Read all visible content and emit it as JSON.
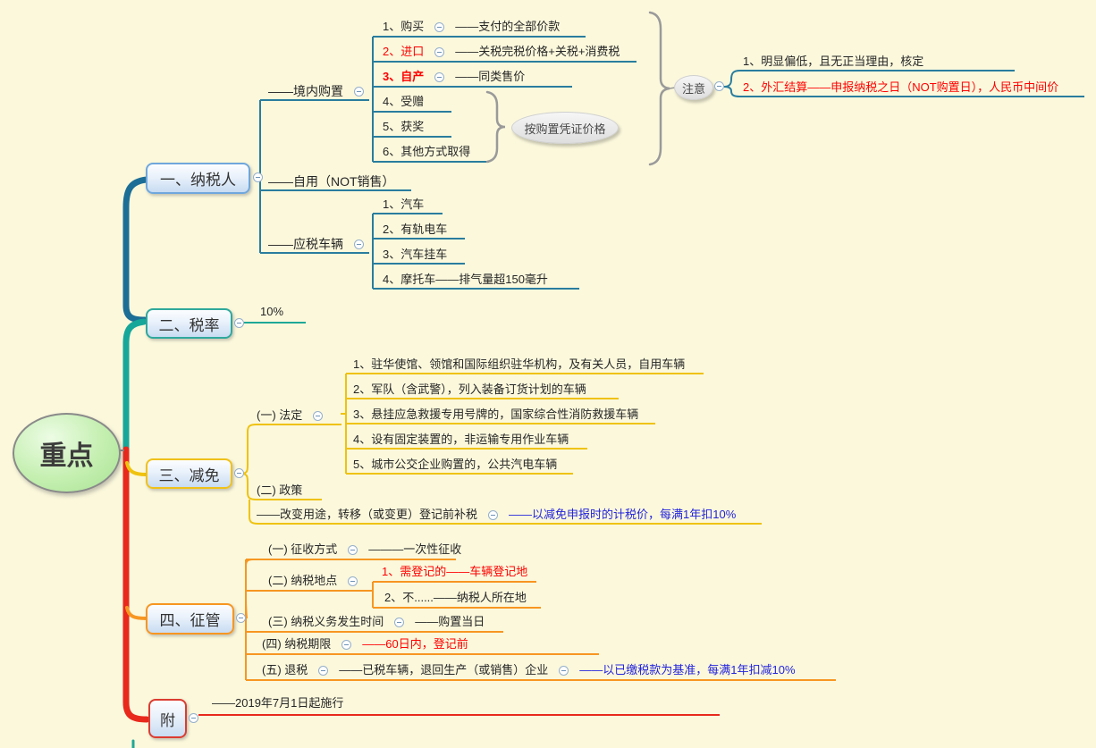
{
  "colors": {
    "background": "#FBF8DC",
    "taxpayer_line": "#2A7D9E",
    "rate_line": "#1FA897",
    "relief_line": "#EFC20E",
    "admin_line": "#F79621",
    "annex_line": "#E8291C",
    "trunk_top": "#1C6E96",
    "red_text": "#FF0000",
    "blue_text": "#2323DC",
    "box_border": "#6FA7DC",
    "root_fill": "#BDEBA8",
    "callout_fill": "#EBEBEB"
  },
  "root": {
    "label": "重点"
  },
  "branches": [
    {
      "label": "一、纳税人",
      "children": [
        {
          "label": "——境内购置",
          "children": [
            {
              "label": "1、购买",
              "note": "——支付的全部价款"
            },
            {
              "label": "2、进口",
              "note": "——关税完税价格+关税+消费税"
            },
            {
              "label": "3、自产",
              "note": "——同类售价"
            },
            {
              "label": "4、受赠"
            },
            {
              "label": "5、获奖"
            },
            {
              "label": "6、其他方式取得"
            }
          ],
          "callout": "按购置凭证价格",
          "attention": {
            "label": "注意",
            "items": [
              "1、明显偏低，且无正当理由，核定",
              "2、外汇结算——申报纳税之日（NOT购置日），人民币中间价"
            ]
          }
        },
        {
          "label": "——自用（NOT销售）"
        },
        {
          "label": "——应税车辆",
          "children": [
            {
              "label": "1、汽车"
            },
            {
              "label": "2、有轨电车"
            },
            {
              "label": "3、汽车挂车"
            },
            {
              "label": "4、摩托车——排气量超150毫升"
            }
          ]
        }
      ]
    },
    {
      "label": "二、税率",
      "value": "10%"
    },
    {
      "label": "三、减免",
      "children": [
        {
          "label": "(一) 法定",
          "children": [
            {
              "label": "1、驻华使馆、领馆和国际组织驻华机构，及有关人员，自用车辆"
            },
            {
              "label": "2、军队（含武警），列入装备订货计划的车辆"
            },
            {
              "label": "3、悬挂应急救援专用号牌的，国家综合性消防救援车辆"
            },
            {
              "label": "4、设有固定装置的，非运输专用作业车辆"
            },
            {
              "label": "5、城市公交企业购置的，公共汽电车辆"
            }
          ]
        },
        {
          "label": "(二) 政策",
          "children": [
            {
              "label": "——改变用途，转移（或变更）登记前补税",
              "note": "——以减免申报时的计税价，每满1年扣10%"
            }
          ]
        }
      ]
    },
    {
      "label": "四、征管",
      "children": [
        {
          "label": "(一) 征收方式",
          "note": "———一次性征收"
        },
        {
          "label": "(二) 纳税地点",
          "children": [
            {
              "label": "1、需登记的——车辆登记地"
            },
            {
              "label": "2、不......——纳税人所在地"
            }
          ]
        },
        {
          "label": "(三) 纳税义务发生时间",
          "note": "——购置当日"
        },
        {
          "label": "(四) 纳税期限",
          "note": "——60日内，登记前"
        },
        {
          "label": "(五) 退税",
          "note": "——已税车辆，退回生产（或销售）企业",
          "note2": "——以已缴税款为基准，每满1年扣减10%"
        }
      ]
    },
    {
      "label": "附",
      "note": "——2019年7月1日起施行"
    }
  ]
}
